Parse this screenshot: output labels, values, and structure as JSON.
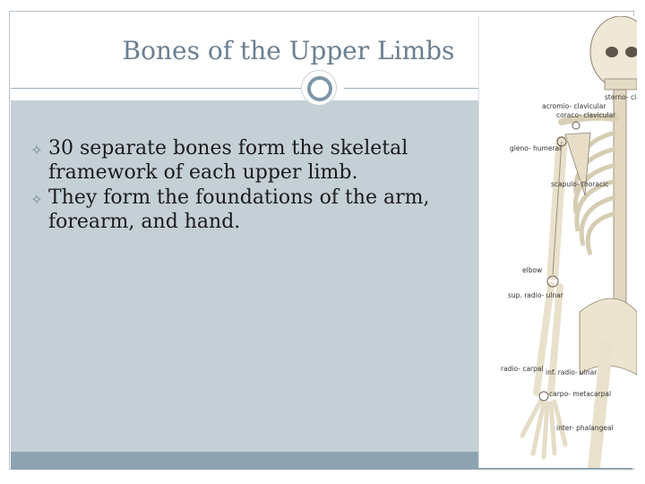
{
  "slide": {
    "title": "Bones of the Upper Limbs",
    "bullets": [
      "30 separate bones form the skeletal framework of each upper limb.",
      "They form the foundations of the arm, forearm, and hand."
    ]
  },
  "figure": {
    "labels": {
      "sterno_clavicular": "sterno- clavicular",
      "acromio_clavicular": "acromio- clavicular",
      "coraco_clavicular": "coraco- clavicular",
      "gleno_humeral": "gleno- humeral",
      "scapulo_thoracic": "scapulo- thoracic",
      "elbow": "elbow",
      "sup_radio_ulnar": "sup. radio- ulnar",
      "radio_carpal": "radio- carpal",
      "inf_radio_ulnar": "inf. radio- ulnar",
      "carpo_metacarpal": "carpo- metacarpal",
      "inter_phalangeal": "inter- phalangeal"
    }
  },
  "colors": {
    "title": "#6a7f90",
    "content_bg": "#c4cfd6",
    "footer_bar": "#8ea3b0",
    "accent": "#7f97a7",
    "bone": "#efe8d6"
  },
  "icons": {
    "bullet": "ornament-bullet-icon",
    "divider": "ring-divider-icon"
  }
}
